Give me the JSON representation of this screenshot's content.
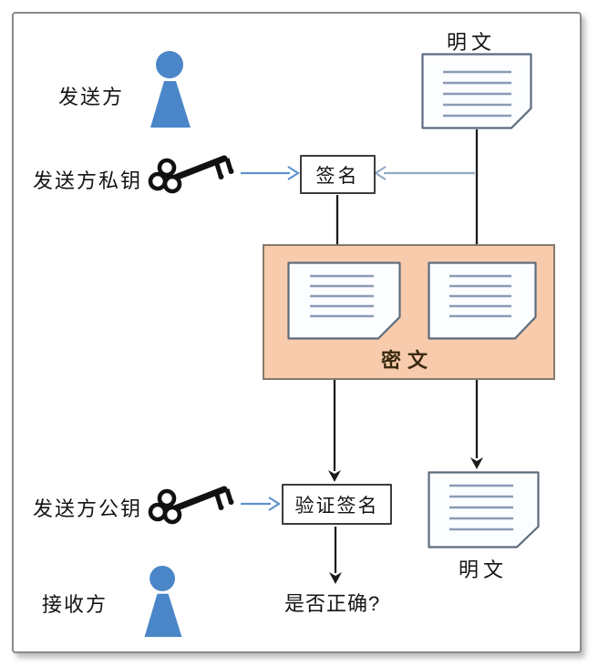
{
  "diagram": {
    "title_semantic": "digital-signature-flow",
    "sender": {
      "label": "发送方",
      "icon": "person-icon"
    },
    "sender_private_key": {
      "label": "发送方私钥",
      "icon": "key-icon"
    },
    "plaintext_source": {
      "label": "明文",
      "icon": "document-icon"
    },
    "sign_box": {
      "label": "签名"
    },
    "ciphertext_box": {
      "label": "密文",
      "icons": [
        "document-icon",
        "document-icon"
      ]
    },
    "sender_public_key": {
      "label": "发送方公钥",
      "icon": "key-icon"
    },
    "verify_box": {
      "label": "验证签名"
    },
    "plaintext_result": {
      "label": "明文",
      "icon": "document-icon"
    },
    "receiver": {
      "label": "接收方",
      "icon": "person-icon"
    },
    "result": {
      "label": "是否正确?"
    }
  },
  "colors": {
    "person_blue": "#4a86c8",
    "box_orange": "#f8cbad",
    "cipher_text": "#3a2a12",
    "doc_line": "#8b9bb5",
    "border_gray": "#8a8a8a",
    "arrow_black": "#1c1c1c",
    "arrow_blue": "#5e93cc",
    "arrow_blue_light": "#90a9c4"
  }
}
